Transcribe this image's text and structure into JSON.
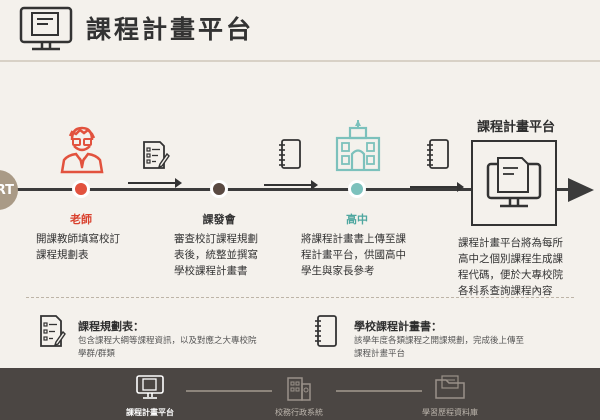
{
  "header": {
    "title": "課程計畫平台"
  },
  "start": {
    "label": "RT"
  },
  "nodes": [
    {
      "label": "老師",
      "desc": [
        "開課教師填寫校訂",
        "課程規劃表"
      ],
      "color": "#e2523e",
      "label_color": "#d9412e"
    },
    {
      "label": "課發會",
      "desc": [
        "審查校訂課程規劃",
        "表後，統整並撰寫",
        "學校課程計畫書"
      ],
      "color": "#5a4a42",
      "label_color": "#333333"
    },
    {
      "label": "高中",
      "desc": [
        "將課程計畫書上傳至課",
        "程計畫平台，供國高中",
        "學生與家長參考"
      ],
      "color": "#7cc1bc",
      "label_color": "#4fa7a0"
    }
  ],
  "platform": {
    "title": "課程計畫平台",
    "desc": [
      "課程計畫平台將為每所",
      "高中之個別課程生成課",
      "程代碼，便於大專校院",
      "各科系查詢課程內容"
    ]
  },
  "definitions": [
    {
      "title": "課程規劃表：",
      "text": [
        "包含課程大綱等課程資訊，以及對應之大專校院",
        "學群/群類"
      ]
    },
    {
      "title": "學校課程計畫書：",
      "text": [
        "該學年度各類課程之開課規劃，完成後上傳至",
        "課程計畫平台"
      ]
    }
  ],
  "footer": {
    "items": [
      {
        "label": "課程計畫平台",
        "active": true
      },
      {
        "label": "校務行政系統",
        "active": false
      },
      {
        "label": "學習歷程資料庫",
        "active": false
      }
    ]
  },
  "colors": {
    "background": "#f4f1ec",
    "teacher": "#e2523e",
    "committee": "#5a4a42",
    "school": "#7cc1bc",
    "footer": "#4b4643"
  }
}
